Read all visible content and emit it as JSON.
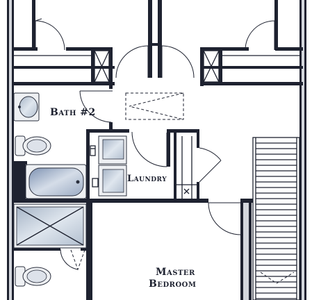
{
  "rooms": {
    "bath2": "Bath #2",
    "laundry": "Laundry",
    "master_line1": "Master",
    "master_line2": "Bedroom"
  },
  "colors": {
    "wall": "#1e2230",
    "fixture_fill": "#eef0f3",
    "glass": "#c3cfdc"
  }
}
